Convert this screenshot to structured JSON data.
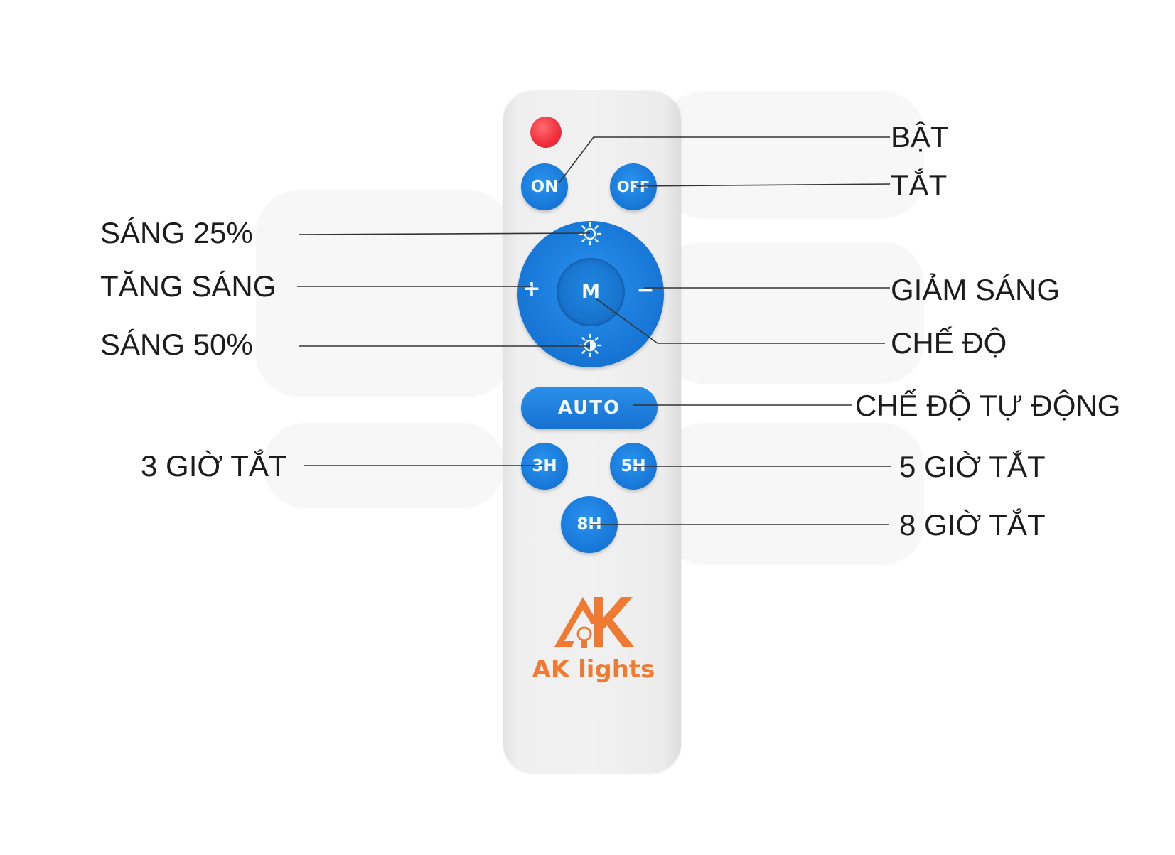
{
  "remote": {
    "buttons": {
      "on": "ON",
      "off": "OFF",
      "plus": "+",
      "minus": "−",
      "mode": "M",
      "auto": "AUTO",
      "h3": "3H",
      "h5": "5H",
      "h8": "8H"
    },
    "brand": "AK lights",
    "colors": {
      "button_blue": "#1776d6",
      "led_red": "#ee2e3a",
      "logo_orange": "#ef7a33"
    },
    "icons": [
      "sun-25-icon",
      "sun-50-icon",
      "ak-logo-icon"
    ]
  },
  "labels": {
    "bat": "BẬT",
    "tat": "TẮT",
    "sang25": "SÁNG 25%",
    "tang_sang": "TĂNG SÁNG",
    "giam_sang": "GIẢM SÁNG",
    "sang50": "SÁNG 50%",
    "che_do": "CHẾ ĐỘ",
    "che_do_tu_dong": "CHẾ ĐỘ TỰ ĐỘNG",
    "h3_tat": "3 GIỜ TẮT",
    "h5_tat": "5 GIỜ TẮT",
    "h8_tat": "8 GIỜ TẮT"
  }
}
